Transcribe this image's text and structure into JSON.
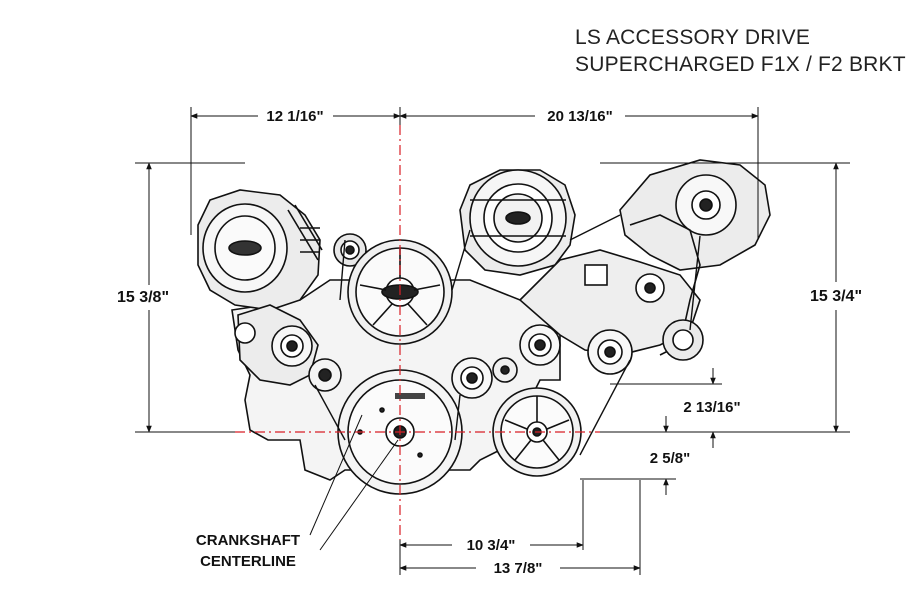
{
  "title": {
    "line1": "LS ACCESSORY DRIVE",
    "line2": "SUPERCHARGED F1X / F2 BRKT"
  },
  "dimensions": {
    "top_left": "12 1/16\"",
    "top_right": "20 13/16\"",
    "left_height": "15 3/8\"",
    "right_height": "15 3/4\"",
    "idler_offset": "2 13/16\"",
    "pulley_offset": "2 5/8\"",
    "bottom_inner": "10 3/4\"",
    "bottom_outer": "13 7/8\""
  },
  "labels": {
    "crank_line1": "CRANKSHAFT",
    "crank_line2": "CENTERLINE"
  },
  "colors": {
    "line": "#111111",
    "centerline": "#d81f26",
    "engine_fill": "#f2f2f2"
  }
}
